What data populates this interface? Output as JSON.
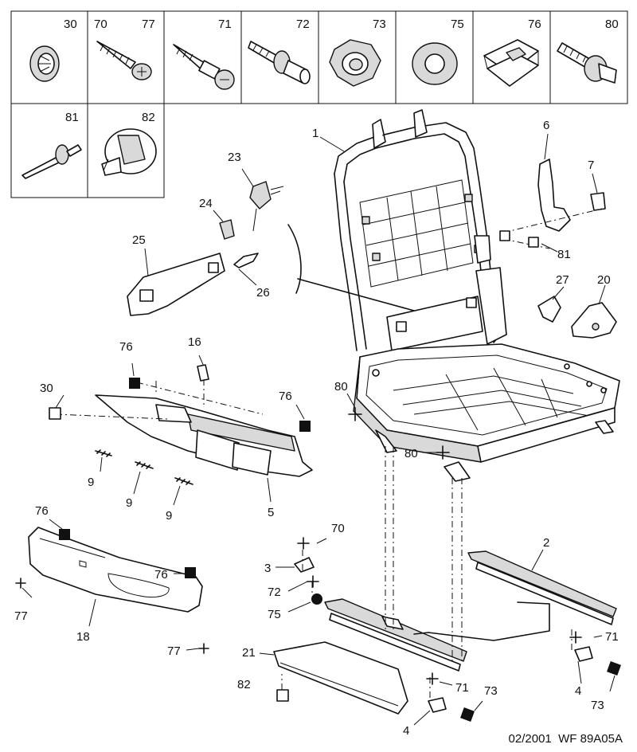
{
  "fastener_table": {
    "row1": [
      {
        "refs": [
          "30"
        ],
        "icon": "push-nut-icon"
      },
      {
        "refs": [
          "70",
          "77"
        ],
        "icon": "self-tapping-screw-icon"
      },
      {
        "refs": [
          "71"
        ],
        "icon": "shoulder-screw-icon"
      },
      {
        "refs": [
          "72"
        ],
        "icon": "bolt-with-spacer-icon"
      },
      {
        "refs": [
          "73"
        ],
        "icon": "hex-nut-icon"
      },
      {
        "refs": [
          "75"
        ],
        "icon": "washer-icon"
      },
      {
        "refs": [
          "76"
        ],
        "icon": "clip-nut-icon"
      },
      {
        "refs": [
          "80"
        ],
        "icon": "flange-bolt-icon"
      }
    ],
    "row2": [
      {
        "refs": [
          "81"
        ],
        "icon": "rivet-icon"
      },
      {
        "refs": [
          "82"
        ],
        "icon": "plastic-clip-icon"
      }
    ]
  },
  "callouts": {
    "c1": "1",
    "c2": "2",
    "c3": "3",
    "c4a": "4",
    "c4b": "4",
    "c5": "5",
    "c6": "6",
    "c7": "7",
    "c9a": "9",
    "c9b": "9",
    "c9c": "9",
    "c16": "16",
    "c18": "18",
    "c20": "20",
    "c21": "21",
    "c23": "23",
    "c24": "24",
    "c25": "25",
    "c26": "26",
    "c27": "27",
    "c30": "30",
    "c70": "70",
    "c71a": "71",
    "c71b": "71",
    "c72": "72",
    "c73a": "73",
    "c73b": "73",
    "c75": "75",
    "c76a": "76",
    "c76b": "76",
    "c76c": "76",
    "c76d": "76",
    "c77a": "77",
    "c77b": "77",
    "c80a": "80",
    "c80b": "80",
    "c81": "81",
    "c82": "82"
  },
  "footer": {
    "date": "02/2001",
    "code": "WF 89A05A"
  },
  "colors": {
    "line": "#111111",
    "background": "#ffffff",
    "fill_grey": "#d9d9d9"
  }
}
